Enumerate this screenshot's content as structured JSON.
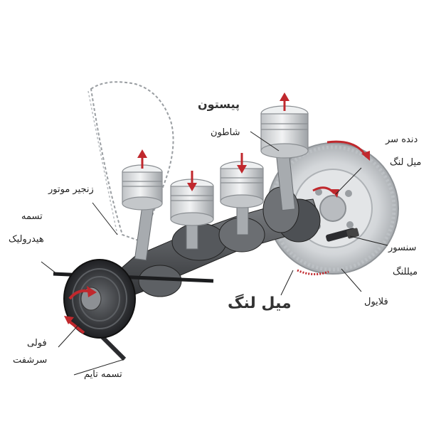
{
  "labels": {
    "piston": "پیستون",
    "conrod": "شاطون",
    "timing_chain": "زنجیر موتور",
    "hydraulic_belt_1": "تسمه",
    "hydraulic_belt_2": "هیدرولیک",
    "crank_pulley_1": "فولی",
    "crank_pulley_2": "سرشفت",
    "timing_belt": "تسمه تایم",
    "crankshaft": "میل لنگ",
    "ring_gear_1": "دنده سر",
    "ring_gear_2": "میل لنگ",
    "crank_sensor_1": "سنسور",
    "crank_sensor_2": "میللنگ",
    "flywheel": "فلایول"
  },
  "colors": {
    "arrow": "#c0282d",
    "metal_dark": "#4a4c50",
    "metal_light": "#d8dadc",
    "leader": "#222222"
  }
}
